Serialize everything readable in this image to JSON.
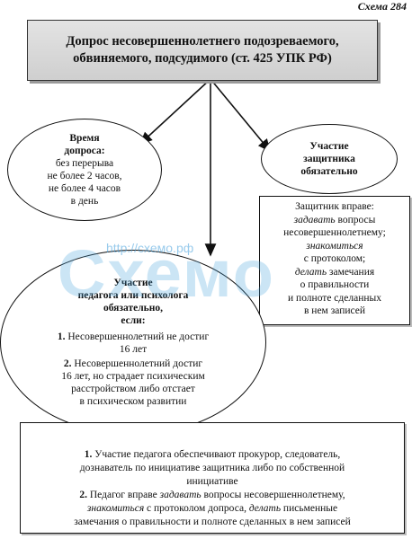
{
  "header": {
    "scheme_label": "Схема 284"
  },
  "banner": {
    "title": "Допрос несовершеннолетнего подозреваемого,\nобвиняемого, подсудимого (ст. 425 УПК РФ)"
  },
  "time_ellipse": {
    "heading": "Время\nдопроса:",
    "text": "без перерыва\nне более 2 часов,\nне более 4 часов\nв день"
  },
  "lawyer_ellipse": {
    "heading": "Участие\nзащитника\nобязательно"
  },
  "lawyer_box": {
    "line1": "Защитник вправе:",
    "line2_em": "задавать",
    "line2_rest": " вопросы",
    "line3": "несовершеннолетнему;",
    "line4_em": "знакомиться",
    "line5": "с протоколом;",
    "line6_em": "делать",
    "line6_rest": " замечания",
    "line7": "о правильности",
    "line8": "и полноте сделанных",
    "line9": "в нем записей"
  },
  "teacher_ellipse": {
    "heading": "Участие\nпедагога или психолога\nобязательно,\nесли:",
    "item1_num": "1.",
    "item1_text": " Несовершеннолетний не достиг\n16 лет",
    "item2_num": "2.",
    "item2_text": " Несовершеннолетний достиг\n16 лет, но страдает психическим\nрасстройством либо отстает\nв психическом развитии"
  },
  "bottom_box": {
    "p1_num": "1.",
    "p1_text": " Участие педагога обеспечивают прокурор, следователь,\nдознаватель по инициативе защитника либо по собственной\nинициативе",
    "p2_num": "2.",
    "p2_a": " Педагог вправе ",
    "p2_em1": "задавать",
    "p2_b": " вопросы несовершеннолетнему,\n",
    "p2_em2": "знакомиться",
    "p2_c": " с протоколом допроса, ",
    "p2_em3": "делать",
    "p2_d": " письменные\nзамечания о правильности и полноте сделанных в нем записей"
  },
  "watermark": {
    "url": "http://схемо.рф",
    "word": "Схемо"
  }
}
